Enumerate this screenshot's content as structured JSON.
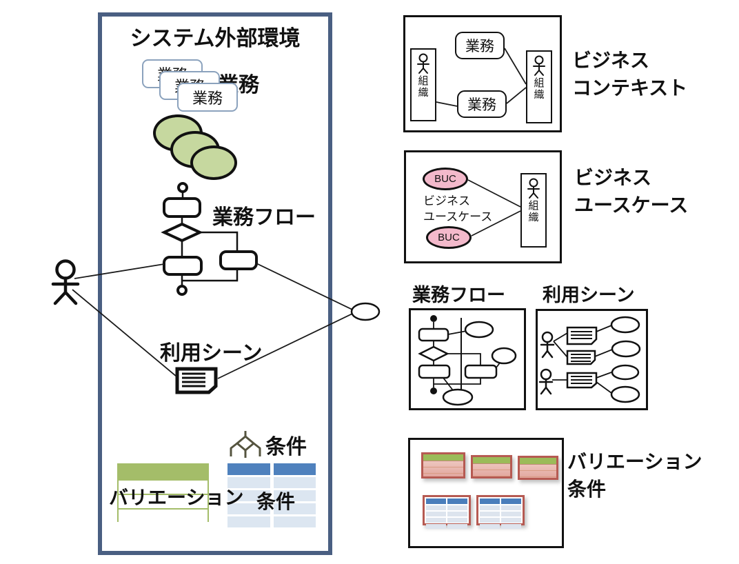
{
  "main": {
    "title": "システム外部環境",
    "card_label": "業務",
    "work_label": "業務",
    "flow_label": "業務フロー",
    "scene_label": "利用シーン",
    "variation_label": "バリエーション",
    "condition_icon_label": "条件",
    "condition_table_label": "条件"
  },
  "context_panel": {
    "label_line1": "ビジネス",
    "label_line2": "コンテキスト",
    "org_left": "組織",
    "org_right": "組織",
    "work_top": "業務",
    "work_bottom": "業務"
  },
  "buc_panel": {
    "label_line1": "ビジネス",
    "label_line2": "ユースケース",
    "buc1": "BUC",
    "buc2": "BUC",
    "caption_line1": "ビジネス",
    "caption_line2": "ユースケース",
    "org": "組織"
  },
  "flow_panel": {
    "title": "業務フロー"
  },
  "scene_panel": {
    "title": "利用シーン"
  },
  "variation_panel": {
    "label_line1": "バリエーション",
    "label_line2": "条件"
  },
  "icons": {
    "actor": "stick-figure-person",
    "note": "document-note-with-folded-corner",
    "condition_tree": "decision-tree-glyph",
    "start_end": "filled-circle-activity-nodes"
  },
  "colors": {
    "frame_blue": "#4a5f82",
    "card_border_blue": "#8ba2bd",
    "ellipse_green": "#c6d89f",
    "table_green_header": "#a4bd69",
    "table_green_header_small": "#9bbb59",
    "table_blue_header": "#4f81bd",
    "table_blue_row": "#dce6f1",
    "table_red_border": "#b65a52",
    "table_pink_body": "#e9b9b1",
    "buc_pink": "#f3b9cb",
    "line_black": "#1a1a1a"
  }
}
